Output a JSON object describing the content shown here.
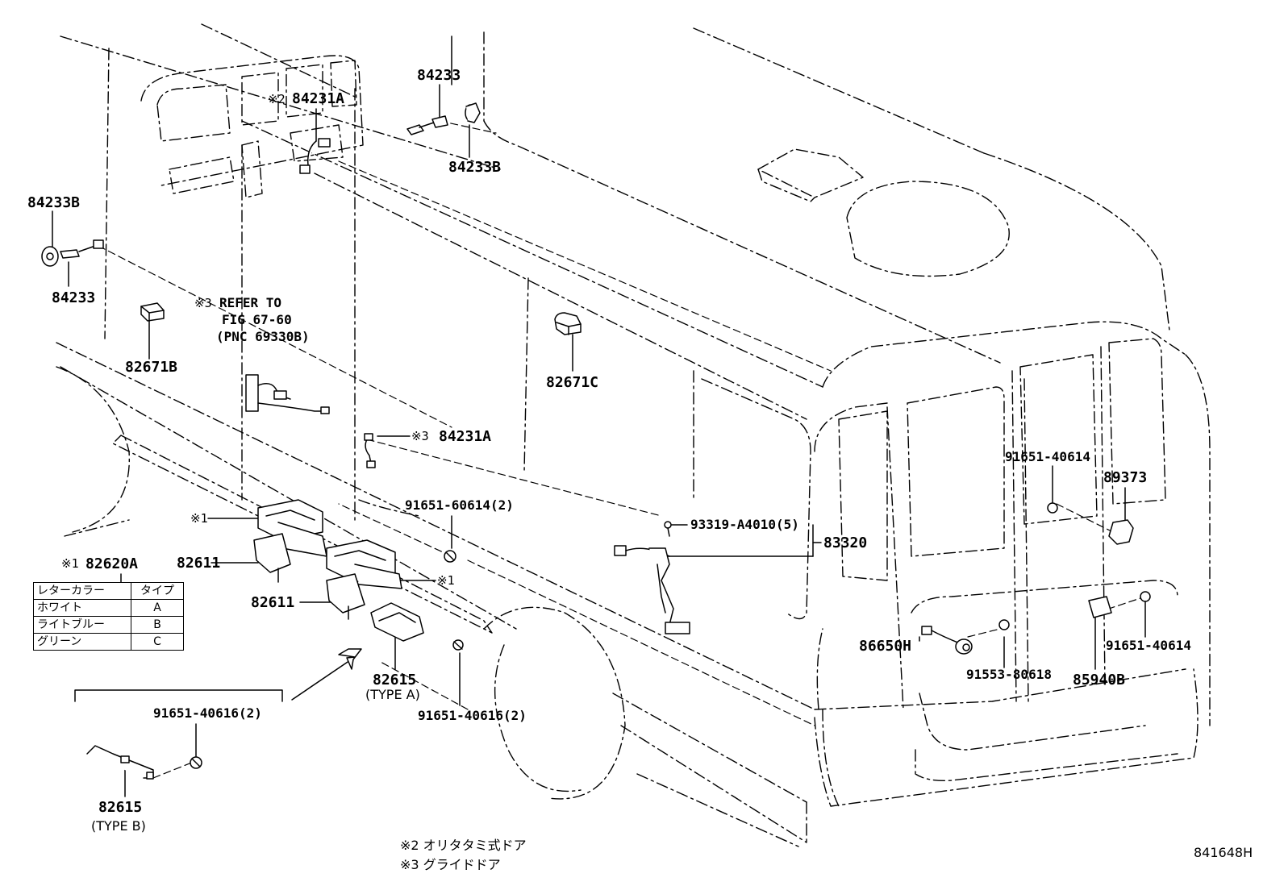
{
  "parts": {
    "p84233_top": "84233",
    "p84231A_top": "84231A",
    "p84231A_top_mark": "※2",
    "p84233B_top": "84233B",
    "p84233B_left": "84233B",
    "p84233_left": "84233",
    "p82671B": "82671B",
    "p82671C": "82671C",
    "p84231A_mid": "84231A",
    "p84231A_mid_mark": "※3",
    "p91651_60614": "91651-60614(2)",
    "p93319_A4010": "93319-A4010(5)",
    "p83320": "83320",
    "p91651_40614_top": "91651-40614",
    "p89373": "89373",
    "p82611_a": "82611",
    "p82611_b": "82611",
    "p82620A": "82620A",
    "p82620A_mark": "※1",
    "mark1_a": "※1",
    "mark1_b": "※1",
    "p82615_a": "82615",
    "p82615_a_type": "(TYPE A)",
    "p91651_40616_a": "91651-40616(2)",
    "p91651_40616_b": "91651-40616(2)",
    "p82615_b": "82615",
    "p82615_b_type": "(TYPE B)",
    "p86650H": "86650H",
    "p91553_80618": "91553-80618",
    "p91651_40614_bottom": "91651-40614",
    "p85940B": "85940B"
  },
  "refer": {
    "mark": "※3",
    "line1": "REFER TO",
    "line2": "FIG 67-60",
    "line3": "(PNC 69330B)"
  },
  "color_table": {
    "header": [
      "レターカラー",
      "タイプ"
    ],
    "rows": [
      [
        "ホワイト",
        "A"
      ],
      [
        "ライトブルー",
        "B"
      ],
      [
        "グリーン",
        "C"
      ]
    ]
  },
  "notes": {
    "note2": "※2  オリタタミ式ドア",
    "note3": "※3  グライドドア"
  },
  "figure_code": "841648H"
}
